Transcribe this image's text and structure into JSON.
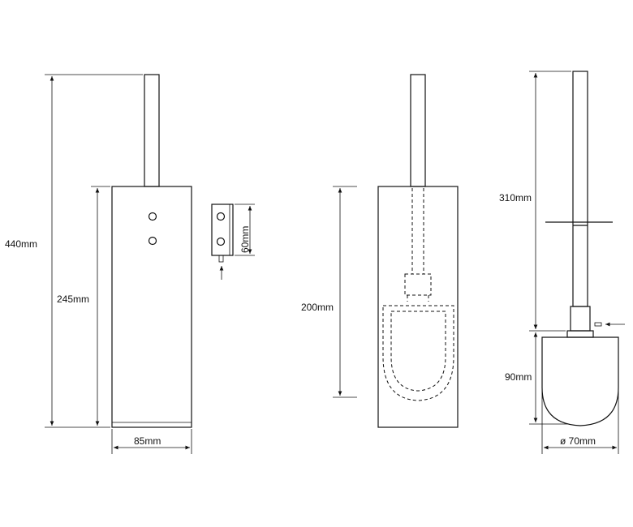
{
  "dimensions": {
    "total_height": "440mm",
    "holder_height": "245mm",
    "holder_width": "85mm",
    "bracket_height": "60mm",
    "inner_depth": "200mm",
    "handle_length": "310mm",
    "head_height": "90mm",
    "head_diameter": "ø 70mm"
  },
  "colors": {
    "line": "#111111",
    "background": "#ffffff"
  }
}
